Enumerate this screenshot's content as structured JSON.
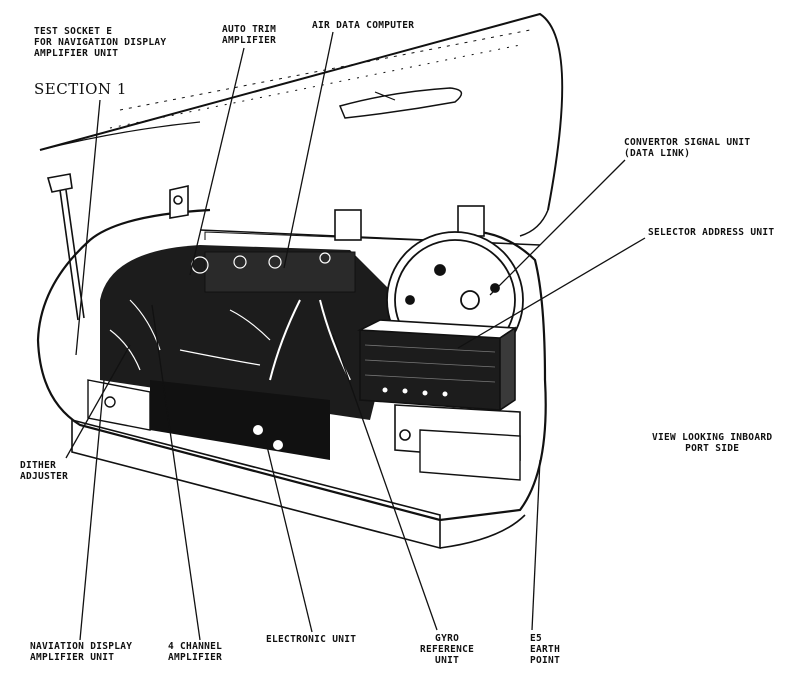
{
  "section_title": "SECTION 1",
  "view_note": [
    "VIEW LOOKING INBOARD",
    "PORT SIDE"
  ],
  "labels": {
    "test_socket": [
      "TEST SOCKET E",
      "FOR NAVIGATION DISPLAY",
      "AMPLIFIER UNIT"
    ],
    "auto_trim": [
      "AUTO TRIM",
      "AMPLIFIER"
    ],
    "air_data": [
      "AIR DATA COMPUTER"
    ],
    "convertor": [
      "CONVERTOR SIGNAL UNIT",
      "(DATA LINK)"
    ],
    "selector": [
      "SELECTOR ADDRESS UNIT"
    ],
    "dither": [
      "DITHER",
      "ADJUSTER"
    ],
    "nav_display": [
      "NAVIATION DISPLAY",
      "AMPLIFIER UNIT"
    ],
    "four_channel": [
      "4 CHANNEL",
      "AMPLIFIER"
    ],
    "electronic": [
      "ELECTRONIC UNIT"
    ],
    "gyro": [
      "GYRO",
      "REFERENCE",
      "UNIT"
    ],
    "earth_point": [
      "E5",
      "EARTH",
      "POINT"
    ]
  },
  "colors": {
    "ink": "#111111",
    "paper": "#ffffff",
    "panel_fill": "#1c1c1c"
  }
}
